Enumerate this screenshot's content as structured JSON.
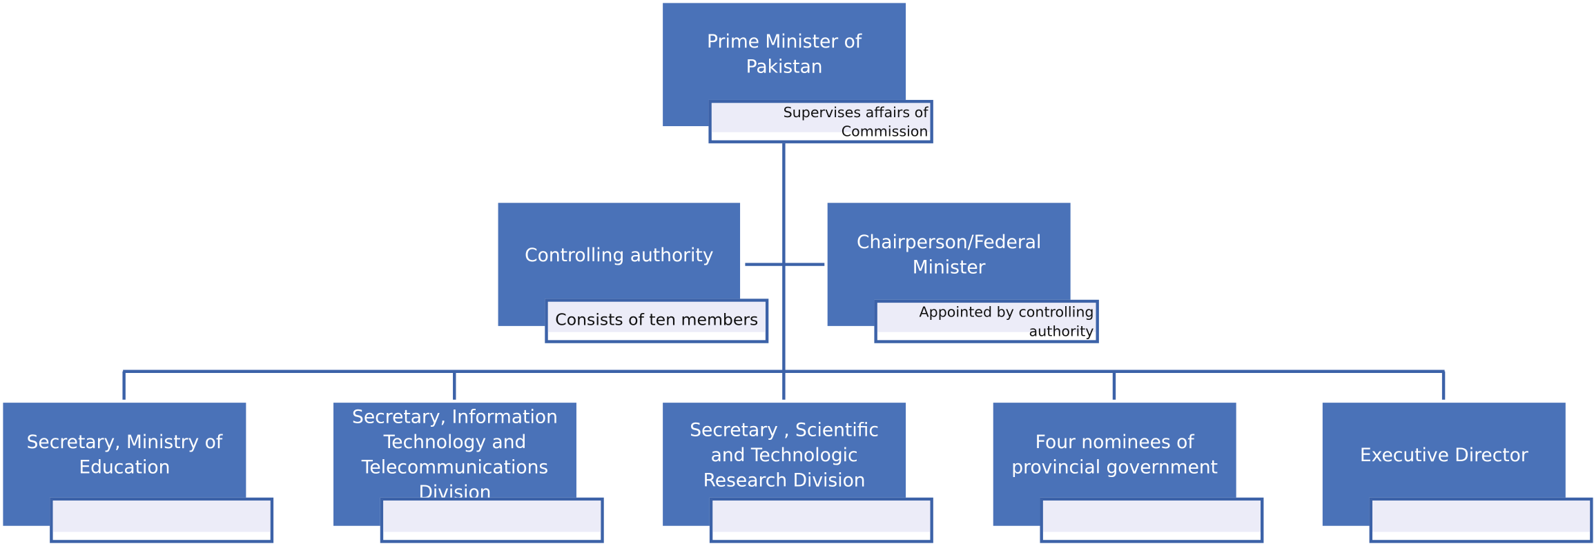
{
  "diagram": {
    "root": {
      "label": "Prime Minister of Pakistan",
      "note": "Supervises affairs of Commission"
    },
    "middle": [
      {
        "id": "controlling",
        "label": "Controlling authority",
        "note": "Consists of ten members"
      },
      {
        "id": "chairperson",
        "label": "Chairperson/Federal Minister",
        "note": "Appointed by controlling authority"
      }
    ],
    "members": [
      {
        "id": "education",
        "label": "Secretary, Ministry of Education",
        "note": ""
      },
      {
        "id": "it-telecom",
        "label": "Secretary, Information Technology and Telecommunications Division",
        "note": ""
      },
      {
        "id": "str",
        "label": "Secretary , Scientific and Technologic Research Division",
        "note": ""
      },
      {
        "id": "provincial",
        "label": "Four nominees of provincial government",
        "note": ""
      },
      {
        "id": "executive",
        "label": "Executive Director",
        "note": ""
      }
    ],
    "colors": {
      "box_fill": "#4a72b8",
      "box_text": "#ffffff",
      "note_border": "#3c62a8",
      "note_fill": "#ececf8",
      "connector": "#3c62a8"
    }
  }
}
